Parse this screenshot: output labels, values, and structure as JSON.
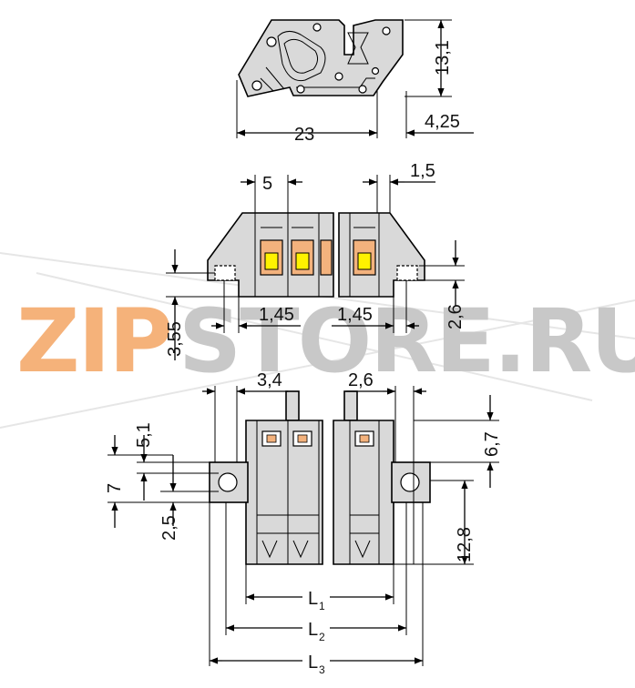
{
  "watermark": {
    "part1": "ZIP",
    "part2": "STORE.RU",
    "color1": "#f5b27a",
    "color2": "#c8c8c8"
  },
  "colors": {
    "body": "#d9d9d9",
    "window_orange": "#f3b27d",
    "window_yellow": "#fff200",
    "line": "#000000"
  },
  "dimensions": {
    "height_13_1": "13,1",
    "width_23": "23",
    "offset_4_25": "4,25",
    "pitch_5": "5",
    "pitch_1_5": "1,5",
    "left_1_45": "1,45",
    "right_1_45": "1,45",
    "left_3_55": "3,55",
    "right_2_6": "2,6",
    "top_3_4": "3,4",
    "top_2_6": "2,6",
    "left_5_1": "5,1",
    "left_7": "7",
    "left_2_5": "2,5",
    "right_6_7": "6,7",
    "right_12_8": "12,8",
    "l1_base": "L",
    "l1_sub": "1",
    "l2_base": "L",
    "l2_sub": "2",
    "l3_base": "L",
    "l3_sub": "3"
  }
}
